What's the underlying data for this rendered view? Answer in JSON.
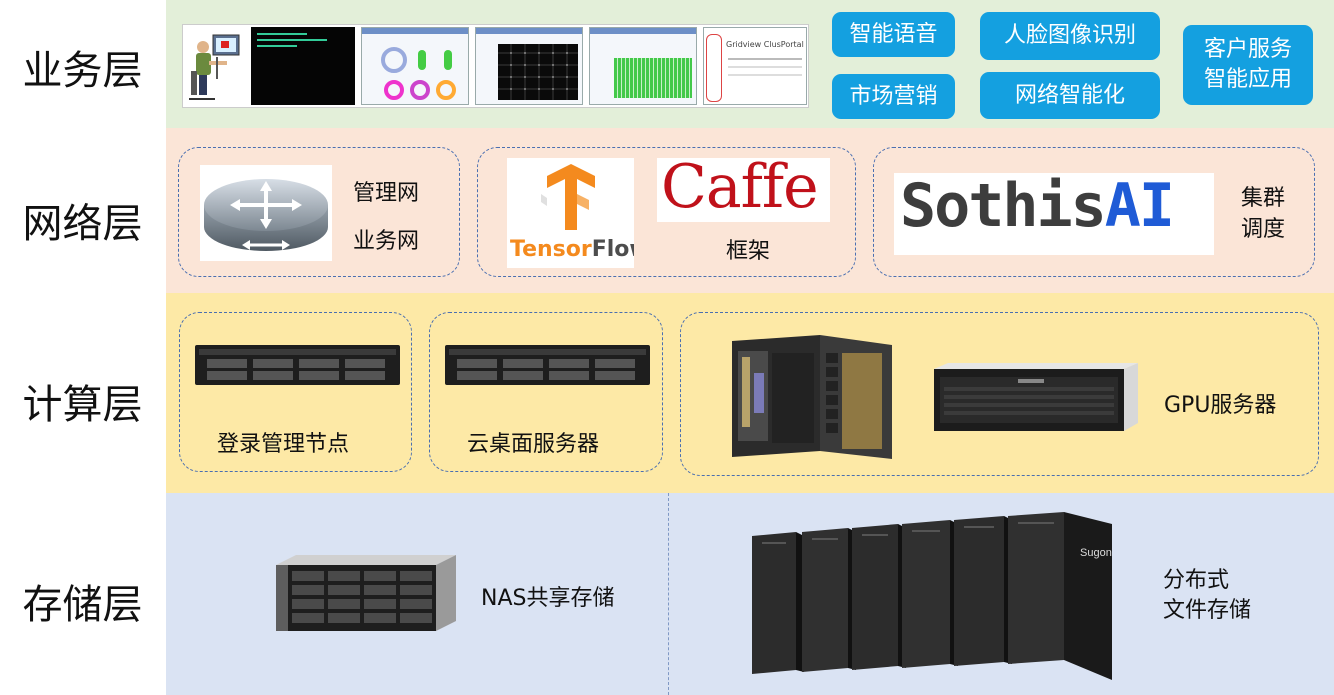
{
  "layers": {
    "business": "业务层",
    "network": "网络层",
    "compute": "计算层",
    "storage": "存储层"
  },
  "business": {
    "portal_title": "Gridview ClusPortal",
    "apps": [
      "智能语音",
      "人脸图像识别",
      "客户服务\n智能应用",
      "市场营销",
      "网络智能化"
    ]
  },
  "network": {
    "net_labels": [
      "管理网",
      "业务网"
    ],
    "tensorflow": {
      "prefix": "Tensor",
      "suffix": "Flow"
    },
    "caffe": "Caffe",
    "framework_label": "框架",
    "sothis": {
      "prefix": "Sothis",
      "suffix": "AI"
    },
    "scheduling_label": "集群\n调度"
  },
  "compute": {
    "login_node": "登录管理节点",
    "cloud_desktop": "云桌面服务器",
    "gpu": "GPU服务器"
  },
  "storage": {
    "nas": "NAS共享存储",
    "distributed": "分布式\n文件存储",
    "rack_brand": "Sugon"
  },
  "colors": {
    "business_band": "#e3efd9",
    "network_band": "#fbe5d7",
    "compute_band": "#fde9a6",
    "storage_band": "#dae3f3",
    "pill_blue": "#14a0e0",
    "dashed_border": "#4a6fb1",
    "caffe_red": "#c0111a",
    "tensorflow_orange": "#f48a1e",
    "sothis_gray": "#3d3d3d",
    "sothis_blue": "#1f5bd6"
  }
}
